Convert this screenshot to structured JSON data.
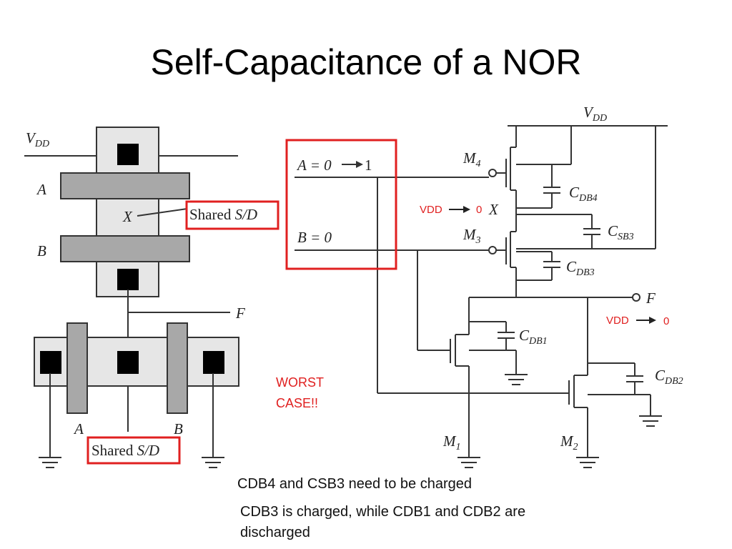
{
  "slide": {
    "title": "Self-Capacitance of a NOR",
    "notes": [
      "CDB4 and CSB3 need to be charged",
      "CDB3 is charged, while CDB1 and CDB2 are",
      "discharged"
    ]
  },
  "layout_diagram": {
    "vdd_label": "V",
    "vdd_sub": "DD",
    "input_a": "A",
    "input_b": "B",
    "node_x": "X",
    "output_f": "F",
    "shared_label_text": "Shared ",
    "shared_label_it": "S/D",
    "bottom_gate_a": "A",
    "bottom_gate_b": "B"
  },
  "schematic": {
    "vdd_label": "V",
    "vdd_sub": "DD",
    "input_a_text": "A = 0",
    "input_a_arrow_to": "1",
    "input_b_text": "B = 0",
    "m4": "M",
    "m4_sub": "4",
    "m3": "M",
    "m3_sub": "3",
    "m1": "M",
    "m1_sub": "1",
    "m2": "M",
    "m2_sub": "2",
    "node_x": "X",
    "output_f": "F",
    "cdb4": "C",
    "cdb4_sub": "DB4",
    "csb3": "C",
    "csb3_sub": "SB3",
    "cdb3": "C",
    "cdb3_sub": "DB3",
    "cdb1": "C",
    "cdb1_sub": "DB1",
    "cdb2": "C",
    "cdb2_sub": "DB2"
  },
  "annotations": {
    "x_transition_from": "VDD",
    "x_transition_to": "0",
    "f_transition_from": "VDD",
    "f_transition_to": "0",
    "worst_case_line1": "WORST",
    "worst_case_line2": "CASE!!"
  }
}
